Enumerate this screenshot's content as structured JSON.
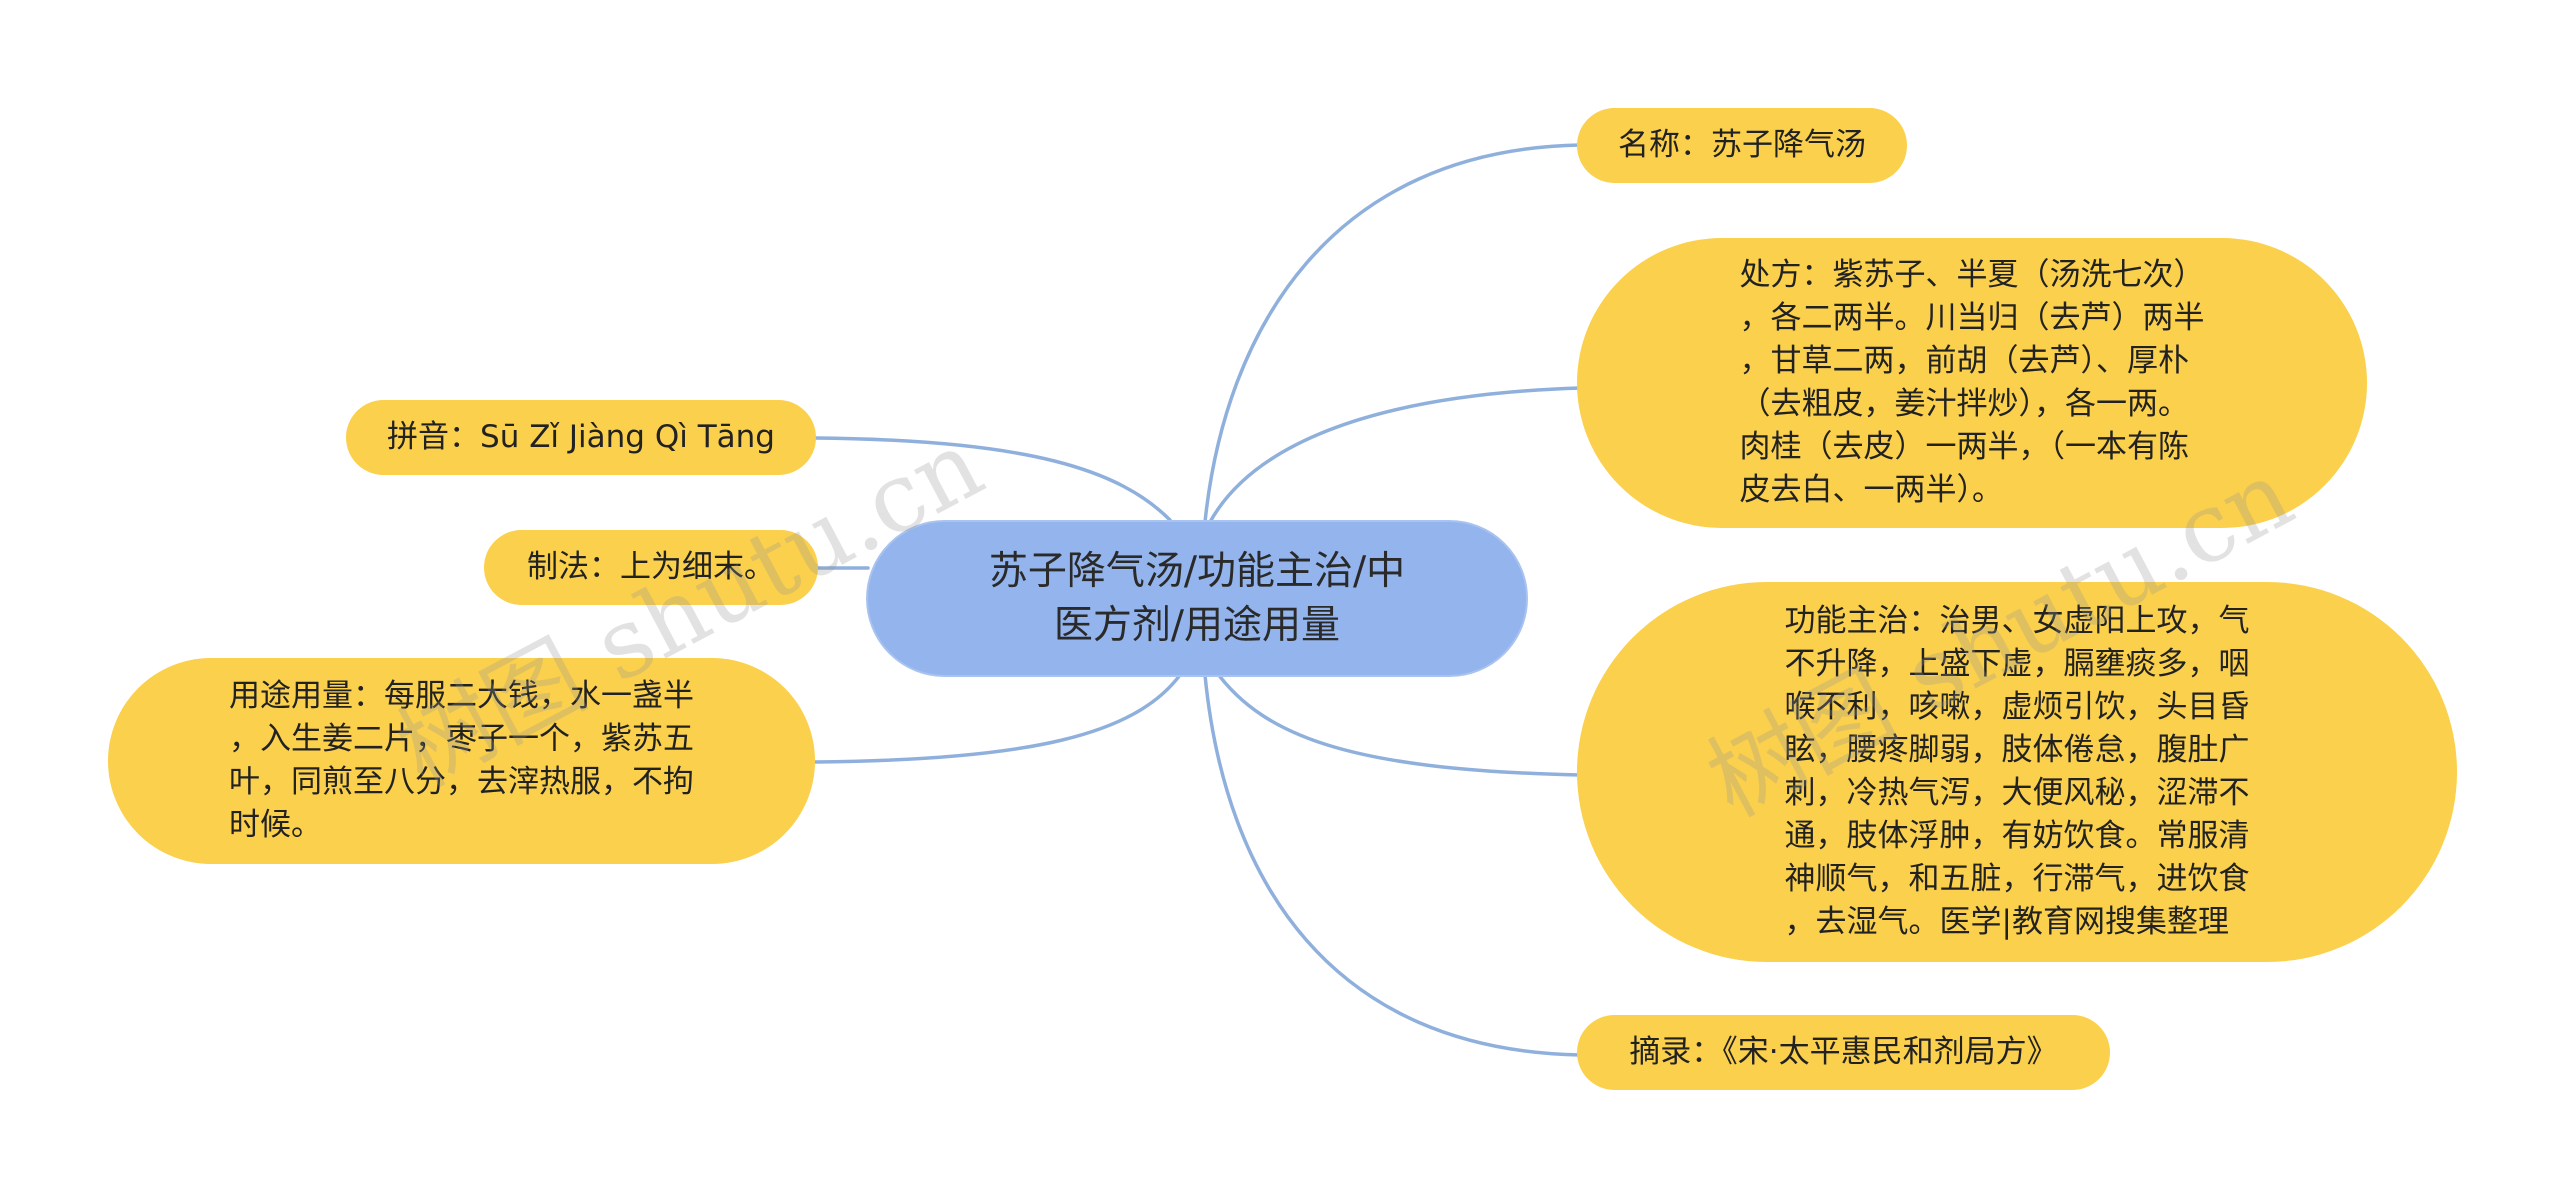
{
  "mindmap": {
    "center": {
      "text": "苏子降气汤/功能主治/中\n医方剂/用途用量"
    },
    "left": [
      {
        "id": "pinyin",
        "text": "拼音：Sū Zǐ Jiàng Qì Tāng"
      },
      {
        "id": "zhifa",
        "text": "制法：上为细末。"
      },
      {
        "id": "yongtu",
        "text": "用途用量：每服二大钱，水一盏半\n，入生姜二片，枣子一个，紫苏五\n叶，同煎至八分，去滓热服，不拘\n时候。"
      }
    ],
    "right": [
      {
        "id": "mingcheng",
        "text": "名称：苏子降气汤"
      },
      {
        "id": "chufang",
        "text": "处方：紫苏子、半夏（汤洗七次）\n，各二两半。川当归（去芦）两半\n，甘草二两，前胡（去芦）、厚朴\n（去粗皮，姜汁拌炒），各一两。\n肉桂（去皮）一两半，（一本有陈\n皮去白、一两半）。"
      },
      {
        "id": "gongneng",
        "text": "功能主治：治男、女虚阳上攻，气\n不升降，上盛下虚，膈壅痰多，咽\n喉不利，咳嗽，虚烦引饮，头目昏\n眩，腰疼脚弱，肢体倦怠，腹肚广\n刺，冷热气泻，大便风秘，涩滞不\n通，肢体浮肿，有妨饮食。常服清\n神顺气，和五脏，行滞气，进饮食\n，去湿气。医学|教育网搜集整理"
      },
      {
        "id": "zhailu",
        "text": "摘录：《宋·太平惠民和剂局方》"
      }
    ]
  },
  "watermark": {
    "text": "树图 shutu.cn"
  },
  "colors": {
    "center_fill": "#93b4ec",
    "leaf_fill": "#fbd04c",
    "edge": "#8fb0dc"
  }
}
